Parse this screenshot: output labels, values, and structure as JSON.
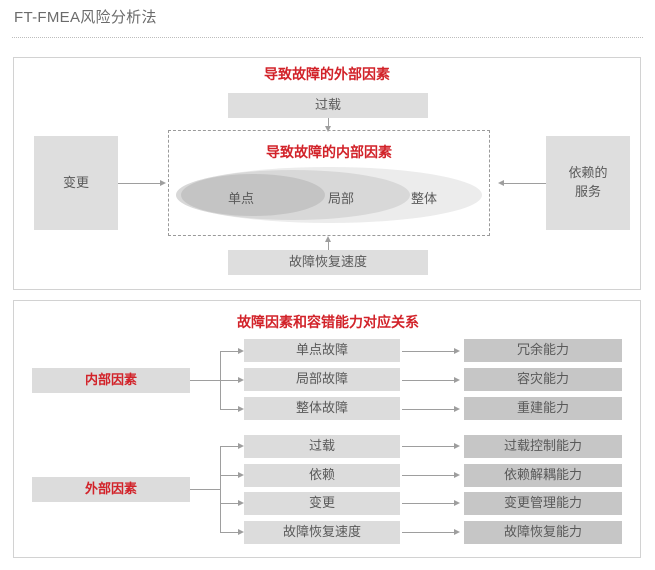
{
  "header": {
    "title": "FT-FMEA风险分析法"
  },
  "colors": {
    "accent_red": "#d2232a",
    "text_gray": "#5a5a5a",
    "box_light": "#dedede",
    "box_mid": "#dcdcdc",
    "box_dark": "#c6c6c6",
    "line": "#9e9e9e",
    "panel_border": "#d2d2d2"
  },
  "panel_top": {
    "external_heading": "导致故障的外部因素",
    "internal_heading": "导致故障的内部因素",
    "top_factor": "过载",
    "left_factor": "变更",
    "right_factor_line1": "依赖的",
    "right_factor_line2": "服务",
    "bottom_factor": "故障恢复速度",
    "ellipses": [
      {
        "label": "单点",
        "level": "inner"
      },
      {
        "label": "局部",
        "level": "mid"
      },
      {
        "label": "整体",
        "level": "outer"
      }
    ]
  },
  "panel_bottom": {
    "heading": "故障因素和容错能力对应关系",
    "groups": [
      {
        "source": "内部因素",
        "rows": [
          {
            "factor": "单点故障",
            "capability": "冗余能力"
          },
          {
            "factor": "局部故障",
            "capability": "容灾能力"
          },
          {
            "factor": "整体故障",
            "capability": "重建能力"
          }
        ]
      },
      {
        "source": "外部因素",
        "rows": [
          {
            "factor": "过载",
            "capability": "过载控制能力"
          },
          {
            "factor": "依赖",
            "capability": "依赖解耦能力"
          },
          {
            "factor": "变更",
            "capability": "变更管理能力"
          },
          {
            "factor": "故障恢复速度",
            "capability": "故障恢复能力"
          }
        ]
      }
    ]
  }
}
